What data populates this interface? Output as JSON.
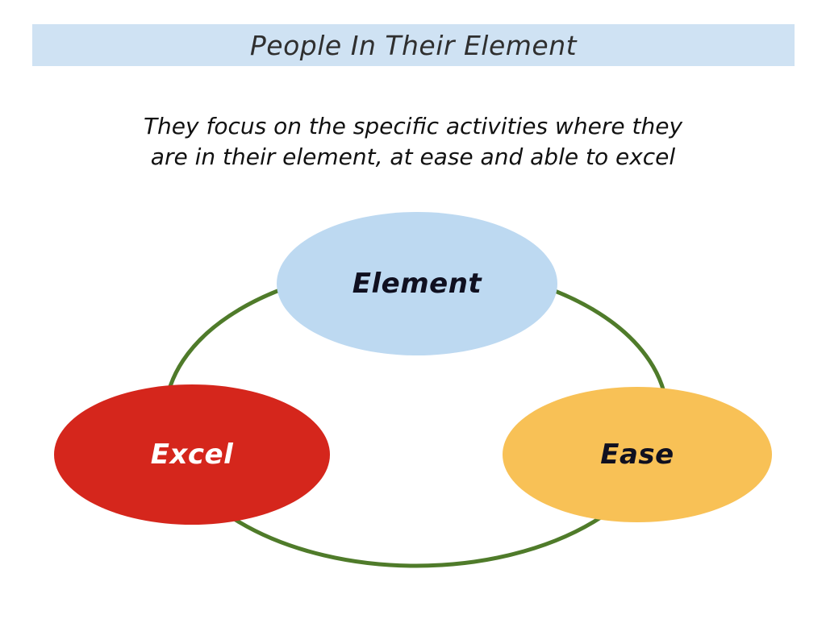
{
  "slide": {
    "title": "People In Their Element",
    "subtitle_line1": "They focus on the specific activities where they",
    "subtitle_line2": "are in their element, at ease and able to excel"
  },
  "nodes": [
    {
      "id": "element",
      "label": "Element",
      "fill": "#bdd9f1",
      "text_color": "#101020"
    },
    {
      "id": "excel",
      "label": "Excel",
      "fill": "#d5261c",
      "text_color": "#ffffff"
    },
    {
      "id": "ease",
      "label": "Ease",
      "fill": "#f8c156",
      "text_color": "#101020"
    }
  ],
  "colors": {
    "banner_background": "#cfe2f3",
    "ring_stroke": "#4f7b2a",
    "background": "#ffffff"
  }
}
